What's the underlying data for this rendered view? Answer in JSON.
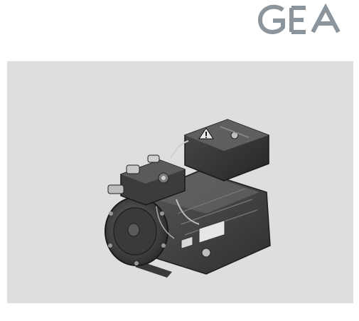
{
  "brand": {
    "logo_text": "GEA",
    "logo_color": "#8c959b"
  },
  "panel": {
    "background": "#dedede"
  },
  "product_image": {
    "subject": "compressor",
    "icon": "compressor-illustration"
  }
}
